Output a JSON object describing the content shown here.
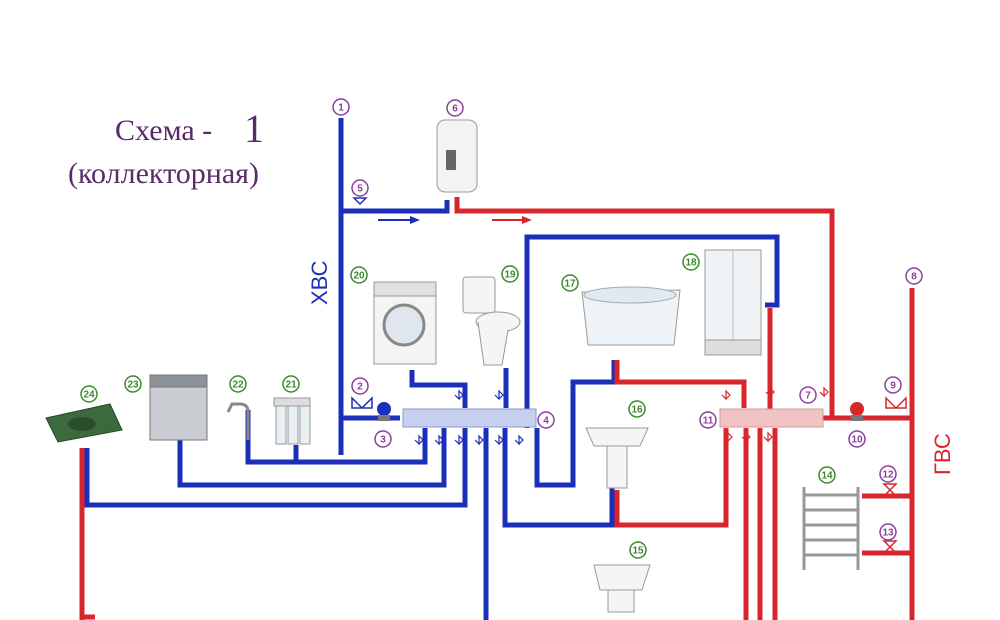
{
  "title": {
    "prefix": "Схема -",
    "number": "1",
    "subtitle": "(коллекторная)"
  },
  "labels": {
    "cold": "ХВС",
    "hot": "ГВС"
  },
  "colors": {
    "cold": "#1c2fb8",
    "hot": "#d8262d",
    "purple": "#8a3f9e",
    "green": "#3a8a2a"
  },
  "markers": [
    {
      "n": "1",
      "kind": "purple"
    },
    {
      "n": "2",
      "kind": "purple"
    },
    {
      "n": "3",
      "kind": "purple"
    },
    {
      "n": "4",
      "kind": "purple"
    },
    {
      "n": "5",
      "kind": "purple"
    },
    {
      "n": "6",
      "kind": "purple"
    },
    {
      "n": "7",
      "kind": "purple"
    },
    {
      "n": "8",
      "kind": "purple"
    },
    {
      "n": "9",
      "kind": "purple"
    },
    {
      "n": "10",
      "kind": "purple"
    },
    {
      "n": "11",
      "kind": "purple"
    },
    {
      "n": "12",
      "kind": "purple"
    },
    {
      "n": "13",
      "kind": "purple"
    },
    {
      "n": "14",
      "kind": "green"
    },
    {
      "n": "15",
      "kind": "green"
    },
    {
      "n": "16",
      "kind": "green"
    },
    {
      "n": "17",
      "kind": "green"
    },
    {
      "n": "18",
      "kind": "green"
    },
    {
      "n": "19",
      "kind": "green"
    },
    {
      "n": "20",
      "kind": "green"
    },
    {
      "n": "21",
      "kind": "green"
    },
    {
      "n": "22",
      "kind": "green"
    },
    {
      "n": "23",
      "kind": "green"
    },
    {
      "n": "24",
      "kind": "green"
    }
  ]
}
